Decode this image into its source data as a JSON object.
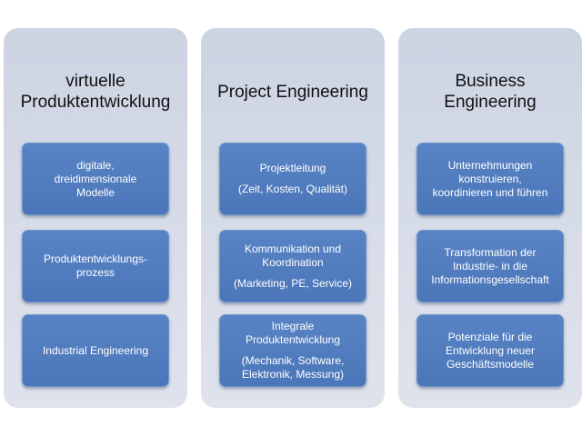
{
  "columns": [
    {
      "title_lines": [
        "virtuelle",
        "Produktentwicklung"
      ],
      "boxes": [
        {
          "lines": [
            "digitale,",
            "dreidimensionale",
            "Modelle"
          ],
          "gap_before": []
        },
        {
          "lines": [
            "Produktentwicklungs-",
            "prozess"
          ],
          "gap_before": []
        },
        {
          "lines": [
            "Industrial Engineering"
          ],
          "gap_before": []
        }
      ]
    },
    {
      "title_lines": [
        "Project Engineering"
      ],
      "boxes": [
        {
          "lines": [
            "Projektleitung",
            "(Zeit, Kosten, Qualität)"
          ],
          "gap_before": [
            1
          ]
        },
        {
          "lines": [
            "Kommunikation und",
            "Koordination",
            "(Marketing, PE, Service)"
          ],
          "gap_before": [
            2
          ]
        },
        {
          "lines": [
            "Integrale",
            "Produktentwicklung",
            "(Mechanik, Software,",
            "Elektronik, Messung)"
          ],
          "gap_before": [
            2
          ]
        }
      ]
    },
    {
      "title_lines": [
        "Business",
        "Engineering"
      ],
      "boxes": [
        {
          "lines": [
            "Unternehmungen",
            "konstruieren,",
            "koordinieren und führen"
          ],
          "gap_before": []
        },
        {
          "lines": [
            "Transformation der",
            "Industrie- in die",
            "Informationsgesellschaft"
          ],
          "gap_before": []
        },
        {
          "lines": [
            "Potenziale für die",
            "Entwicklung neuer",
            "Geschäftsmodelle"
          ],
          "gap_before": []
        }
      ]
    }
  ],
  "colors": {
    "panel": "#d7dce8",
    "box": "#4f7bbe",
    "box_text": "#ffffff",
    "title_text": "#111111"
  }
}
